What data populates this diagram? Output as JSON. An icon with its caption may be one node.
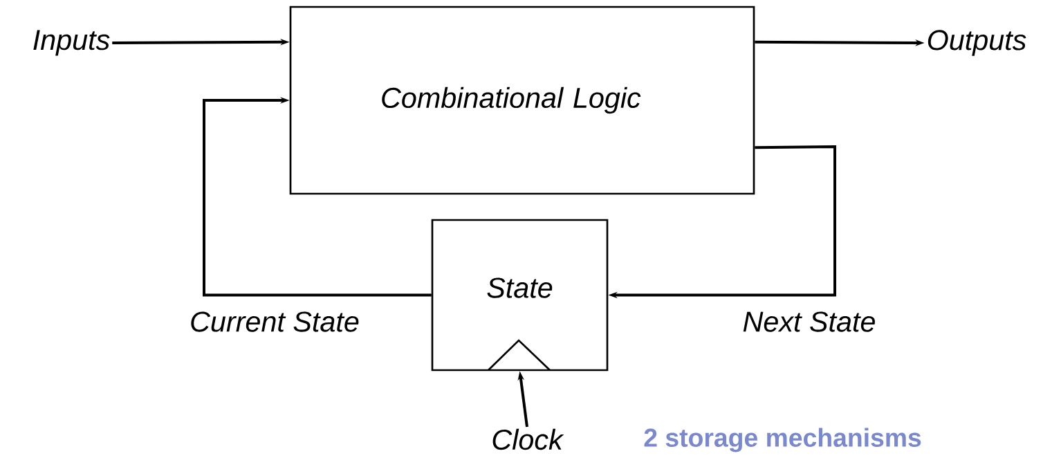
{
  "diagram": {
    "nodes": [
      {
        "text": [
          "Inputs"
        ]
      },
      {
        "text": [
          "Combinational Logic"
        ]
      },
      {
        "text": [
          "Outputs"
        ]
      },
      {
        "text": [
          "State"
        ]
      },
      {
        "text": [
          "Clock"
        ]
      }
    ],
    "edges": [
      {
        "from": 0,
        "to": 1,
        "arrow": "to"
      },
      {
        "from": 3,
        "to": 1,
        "arrow": "to",
        "label": "Current State"
      },
      {
        "from": 1,
        "to": 2,
        "arrow": "to"
      },
      {
        "from": 1,
        "to": 3,
        "arrow": "to",
        "label": "Next State"
      },
      {
        "from": 4,
        "to": 3,
        "arrow": "to"
      }
    ],
    "labels": [
      "2 storage mechanisms"
    ]
  }
}
